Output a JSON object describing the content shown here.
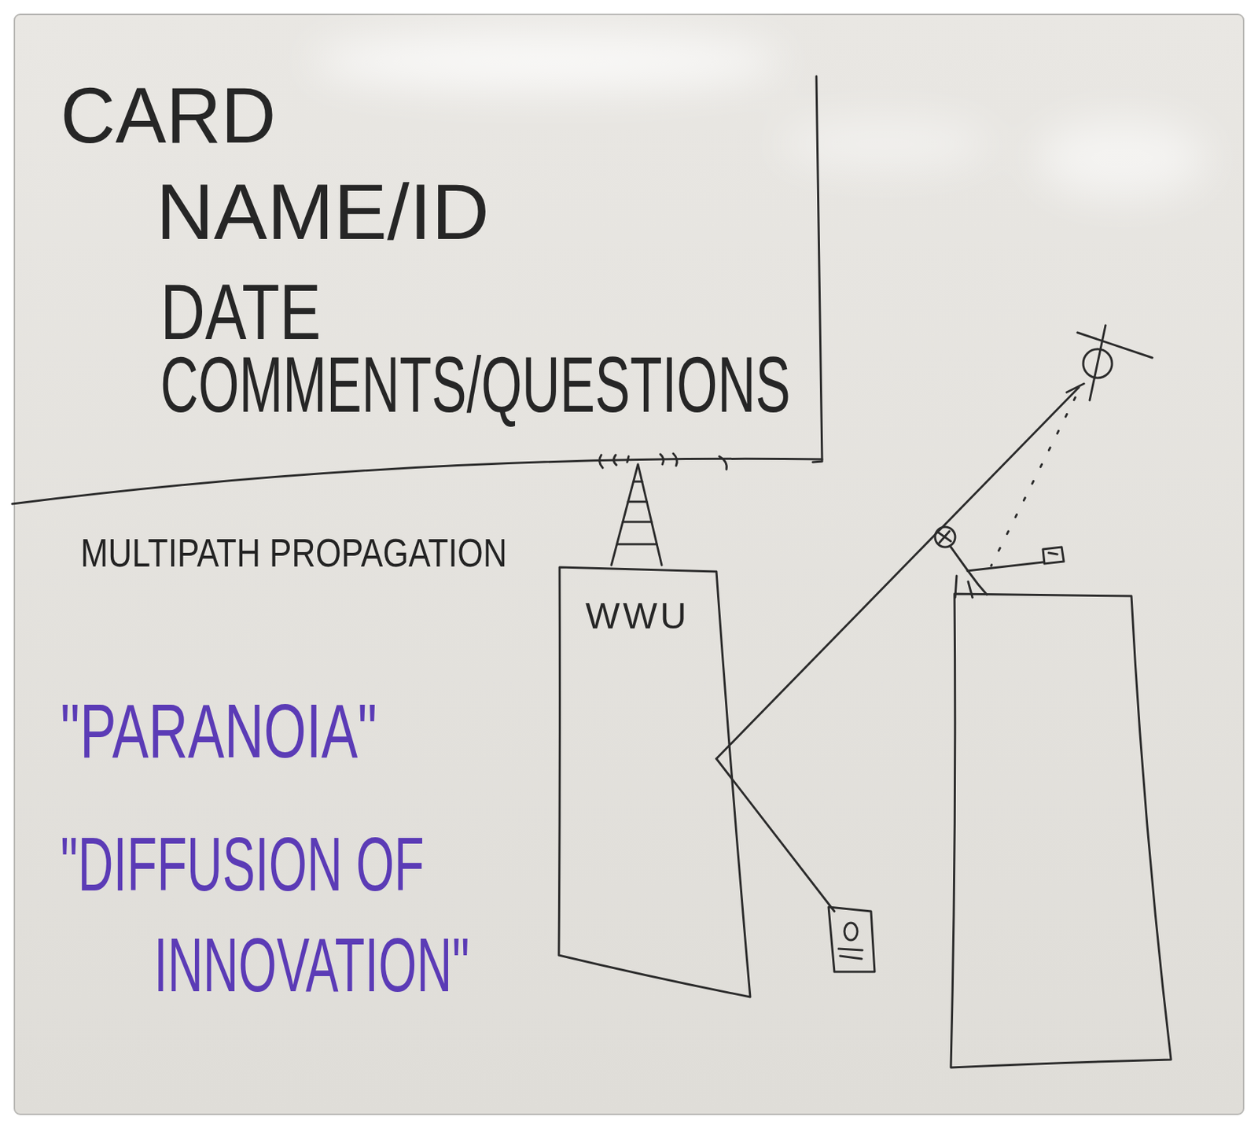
{
  "diagram": {
    "nodes": [
      {
        "text": [
          "CARD",
          "NAME/ID",
          "DATE",
          "COMMENTS/QUESTIONS"
        ]
      },
      {
        "text": [
          "WWU"
        ]
      }
    ],
    "labels": [
      "MULTIPATH PROPAGATION",
      "\"PARANOIA\"",
      "\"DIFFUSION OF INNOVATION\""
    ]
  }
}
